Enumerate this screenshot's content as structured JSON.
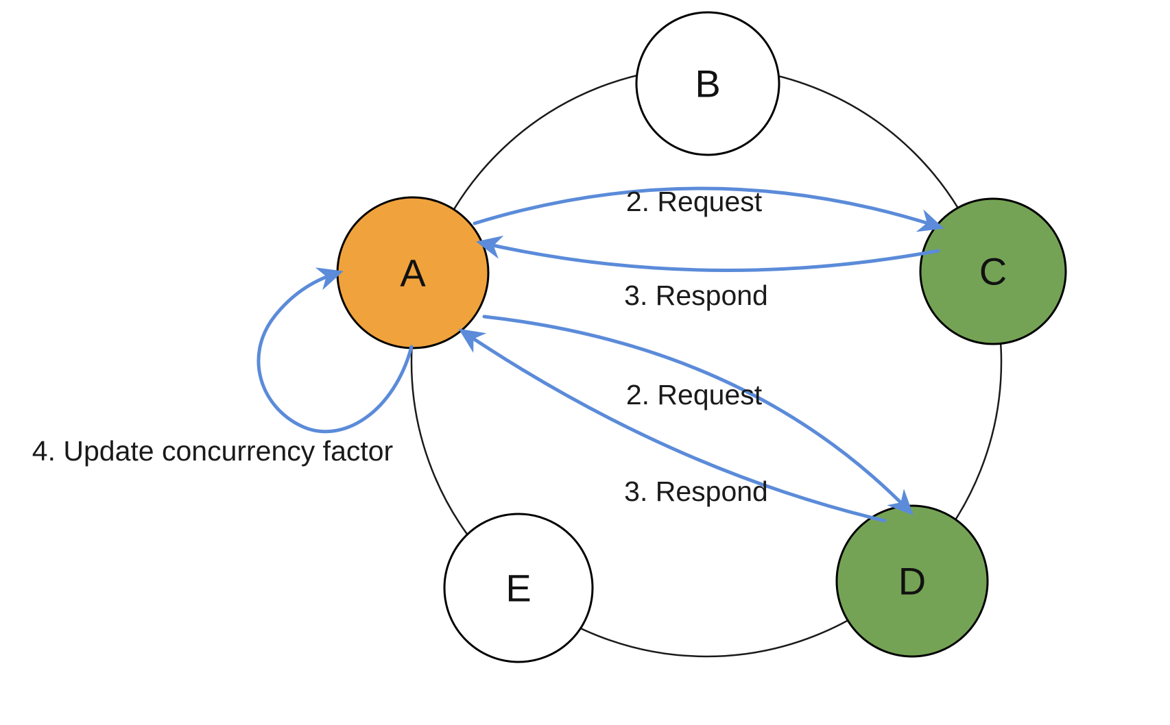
{
  "diagram": {
    "colors": {
      "edge": "#5b8bd9",
      "outline": "#000000",
      "ring": "#1a1a1a",
      "node_plain_fill": "#ffffff",
      "node_active_fill": "#f0a23c",
      "node_responder_fill": "#75a355"
    },
    "nodes": {
      "a": {
        "label": "A",
        "fill": "#f0a23c"
      },
      "b": {
        "label": "B",
        "fill": "#ffffff"
      },
      "c": {
        "label": "C",
        "fill": "#75a355"
      },
      "d": {
        "label": "D",
        "fill": "#75a355"
      },
      "e": {
        "label": "E",
        "fill": "#ffffff"
      }
    },
    "edges": {
      "a_to_c_request": {
        "label": "2. Request"
      },
      "c_to_a_respond": {
        "label": "3. Respond"
      },
      "a_to_d_request": {
        "label": "2. Request"
      },
      "d_to_a_respond": {
        "label": "3. Respond"
      },
      "a_self_update": {
        "label": "4. Update concurrency factor"
      }
    }
  }
}
